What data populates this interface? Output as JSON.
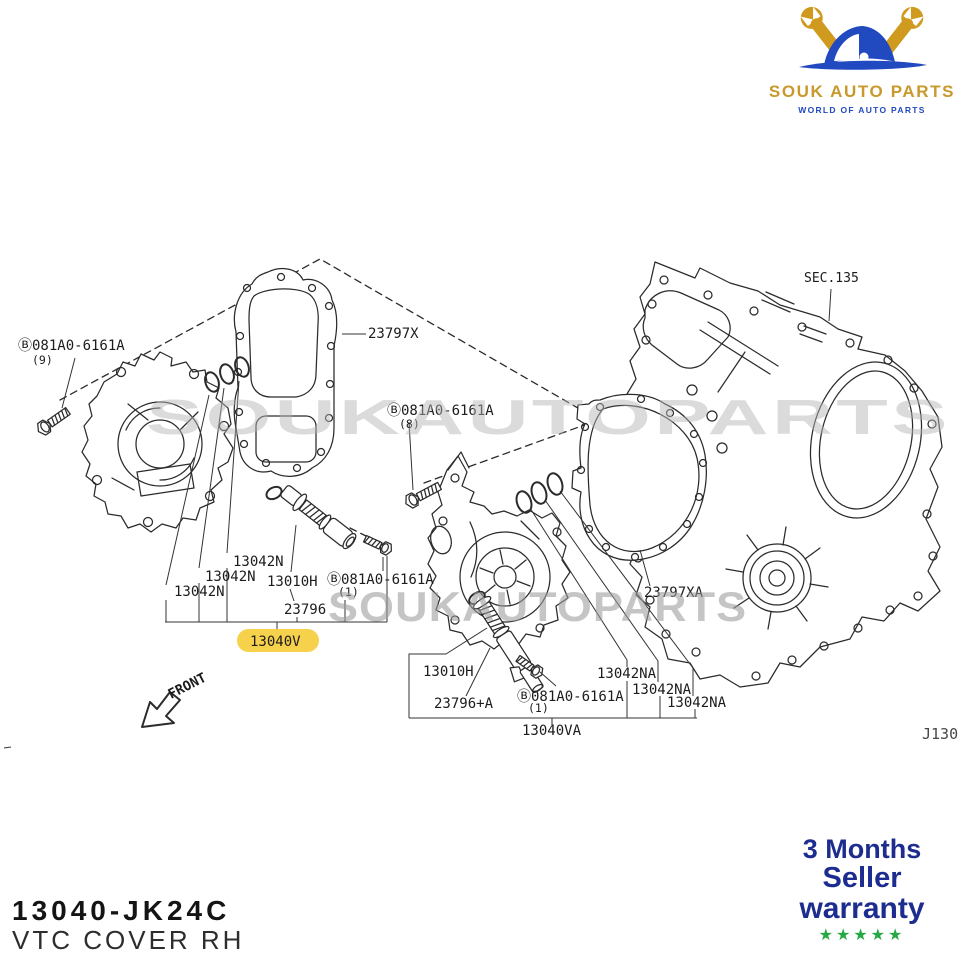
{
  "header": {
    "logo": {
      "title": "SOUK AUTO PARTS",
      "subtitle": "WORLD OF AUTO PARTS"
    }
  },
  "watermarks": {
    "upper": "SOUKAUTOPARTS",
    "lower": "SOUKAUTOPARTS"
  },
  "diagram": {
    "section_label": "SEC.135",
    "page_code": "J130",
    "front_label": "FRONT",
    "highlight_color": "#f6d14b",
    "labels": {
      "bolt_left": "Ⓑ081A0-6161A",
      "bolt_left_qty": "(9)",
      "bolt_mid": "Ⓑ081A0-6161A",
      "bolt_mid_qty": "(8)",
      "gasket_front": "23797X",
      "oring_a1": "13042N",
      "oring_a2": "13042N",
      "oring_a3": "13042N",
      "solenoid_a": "13010H",
      "bolt_a": "Ⓑ081A0-6161A",
      "bolt_a_qty": "(1)",
      "valve_a": "23796",
      "assembly_a": "13040V",
      "gasket_rear": "23797XA",
      "solenoid_b": "13010H",
      "valve_b": "23796+A",
      "bolt_b": "Ⓑ081A0-6161A",
      "bolt_b_qty": "(1)",
      "oring_b1": "13042NA",
      "oring_b2": "13042NA",
      "oring_b3": "13042NA",
      "assembly_b": "13040VA"
    }
  },
  "footer": {
    "part_number": "13040-JK24C",
    "part_name": "VTC COVER RH"
  },
  "warranty": {
    "duration": "3 Months",
    "line1": "Seller",
    "line2": "warranty",
    "stars": "★★★★★"
  }
}
